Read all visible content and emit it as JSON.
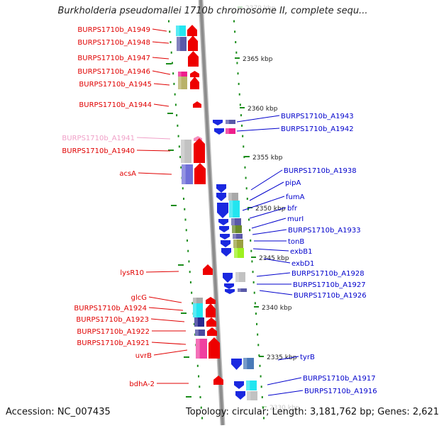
{
  "header": {
    "title": "Burkholderia pseudomallei 1710b chromosome II, complete sequ..."
  },
  "footer": {
    "accession": "Accession: NC_007435",
    "summary": "Topology: circular; Length: 3,181,762 bp; Genes: 2,621"
  },
  "colors": {
    "left_label": "#e00000",
    "pseudo_label": "#f0a0c8",
    "right_label": "#0000cc",
    "backbone": "#8c8c8c",
    "tick": "#1a8c1a"
  },
  "scale_labels": [
    {
      "id": "s2370",
      "text": "2370 kbp",
      "faded": true
    },
    {
      "id": "s2365",
      "text": "2365 kbp"
    },
    {
      "id": "s2360",
      "text": "2360 kbp"
    },
    {
      "id": "s2355",
      "text": "2355 kbp"
    },
    {
      "id": "s2350",
      "text": "2350 kbp"
    },
    {
      "id": "s2345",
      "text": "2345 kbp"
    },
    {
      "id": "s2340",
      "text": "2340 kbp"
    },
    {
      "id": "s2335",
      "text": "2335 kbp"
    },
    {
      "id": "s2330",
      "text": "2330 kbp",
      "faded": true
    }
  ],
  "left_genes": [
    {
      "id": "l1",
      "label": "BURPS1710b_A1949"
    },
    {
      "id": "l2",
      "label": "BURPS1710b_A1948"
    },
    {
      "id": "l3",
      "label": "BURPS1710b_A1947"
    },
    {
      "id": "l4",
      "label": "BURPS1710b_A1946"
    },
    {
      "id": "l5",
      "label": "BURPS1710b_A1945"
    },
    {
      "id": "l6",
      "label": "BURPS1710b_A1944"
    },
    {
      "id": "l7",
      "label": "BURPS1710b_A1941",
      "pseudo": true
    },
    {
      "id": "l8",
      "label": "BURPS1710b_A1940"
    },
    {
      "id": "l9",
      "label": "acsA"
    },
    {
      "id": "l10",
      "label": "lysR10"
    },
    {
      "id": "l11",
      "label": "glcG"
    },
    {
      "id": "l12",
      "label": "BURPS1710b_A1924"
    },
    {
      "id": "l13",
      "label": "BURPS1710b_A1923"
    },
    {
      "id": "l14",
      "label": "BURPS1710b_A1922"
    },
    {
      "id": "l15",
      "label": "BURPS1710b_A1921"
    },
    {
      "id": "l16",
      "label": "uvrB"
    },
    {
      "id": "l17",
      "label": "bdhA-2"
    }
  ],
  "right_genes": [
    {
      "id": "r1",
      "label": "BURPS1710b_A1943"
    },
    {
      "id": "r2",
      "label": "BURPS1710b_A1942"
    },
    {
      "id": "r3",
      "label": "BURPS1710b_A1938"
    },
    {
      "id": "r4",
      "label": "pipA"
    },
    {
      "id": "r5",
      "label": "fumA"
    },
    {
      "id": "r6",
      "label": "bfr"
    },
    {
      "id": "r7",
      "label": "murI"
    },
    {
      "id": "r8",
      "label": "BURPS1710b_A1933"
    },
    {
      "id": "r9",
      "label": "tonB"
    },
    {
      "id": "r10",
      "label": "exbB1"
    },
    {
      "id": "r11",
      "label": "exbD1"
    },
    {
      "id": "r12",
      "label": "BURPS1710b_A1928"
    },
    {
      "id": "r13",
      "label": "BURPS1710b_A1927"
    },
    {
      "id": "r14",
      "label": "BURPS1710b_A1926"
    },
    {
      "id": "r15",
      "label": "tyrB"
    },
    {
      "id": "r16",
      "label": "BURPS1710b_A1917"
    },
    {
      "id": "r17",
      "label": "BURPS1710b_A1916"
    }
  ]
}
